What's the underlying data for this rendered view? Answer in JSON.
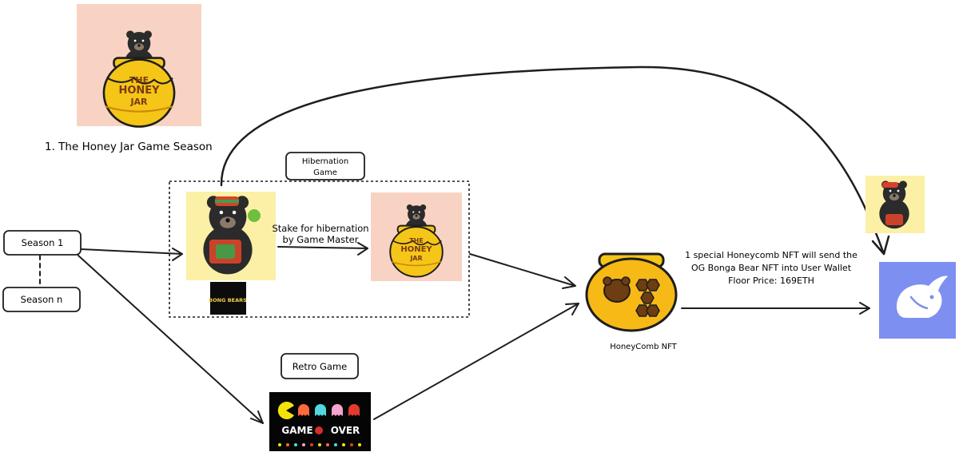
{
  "title": "1. The Honey Jar Game Season",
  "labels": {
    "season1": "Season 1",
    "season_n": "Season n",
    "hibernation_line1": "Hibernation",
    "hibernation_line2": "Game",
    "retro_game": "Retro Game",
    "stake_line1": "Stake for hibernation",
    "stake_line2": "by Game Master",
    "honeycomb_nft": "HoneyComb NFT",
    "reward_line1": "1 special Honeycomb NFT will send the",
    "reward_line2": "OG Bonga Bear NFT into User Wallet",
    "reward_line3": "Floor Price: 169ETH"
  },
  "images": {
    "jar_text_line1": "THE",
    "jar_text_line2": "HONEY",
    "jar_text_line3": "JAR",
    "bong_bears_badge": "BONG BEARS",
    "game_over_word1": "GAME",
    "game_over_word2": "OVER"
  },
  "icons": {
    "bear": "bear-icon",
    "honey_jar": "honey-jar-icon",
    "honeycomb": "honeycomb-jar-icon",
    "wallet": "rabbit-wallet-icon",
    "pacman": "pacman-icon",
    "ghost": "ghost-icon"
  },
  "colors": {
    "jar_bg": "#f8d3c3",
    "bear_bg": "#fbf0a6",
    "honey": "#f5c518",
    "honey_dark": "#c98a0a",
    "wallet_bg": "#7d8ff0",
    "ink": "#1e1e1e"
  }
}
